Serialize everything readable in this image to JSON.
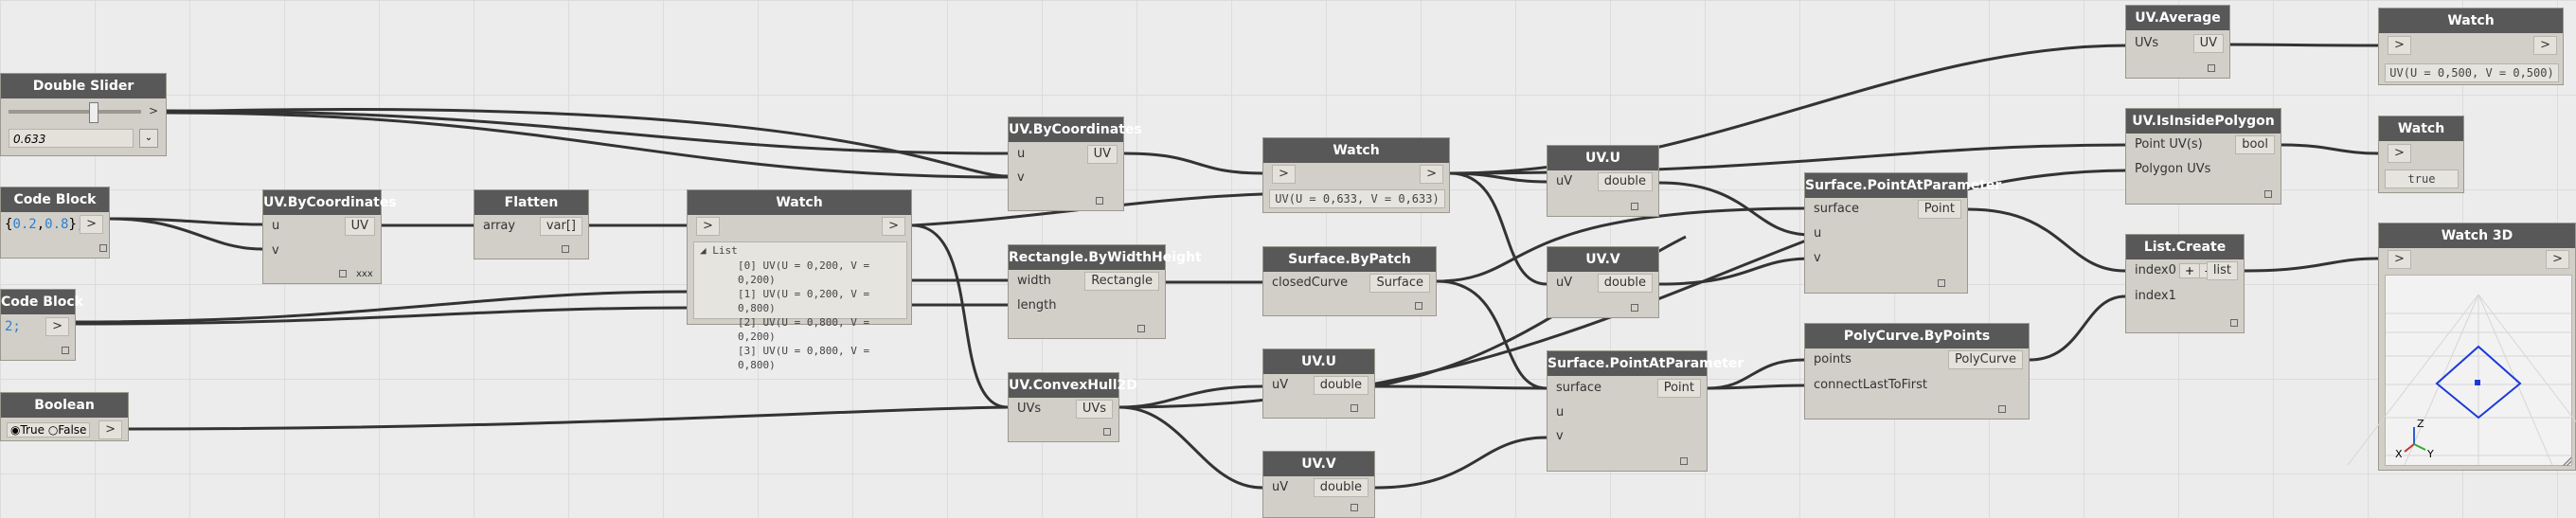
{
  "nodes": {
    "double_slider": {
      "title": "Double Slider",
      "value": "0.633",
      "out": ">",
      "fraction": 0.633
    },
    "code_block_1": {
      "title": "Code Block",
      "code_open": "{",
      "code_a": "0.2",
      "code_sep": ",",
      "code_b": "0.8",
      "code_close": "};",
      "out": ">"
    },
    "code_block_2": {
      "title": "Code Block",
      "code": "2;",
      "out": ">"
    },
    "boolean": {
      "title": "Boolean",
      "true_label": "True",
      "false_label": "False",
      "out": ">"
    },
    "uv_bycoord_1": {
      "title": "UV.ByCoordinates",
      "in_u": "u",
      "in_v": "v",
      "out": "UV",
      "lacing": "xxx"
    },
    "flatten": {
      "title": "Flatten",
      "in": "array",
      "out": "var[]"
    },
    "watch_list": {
      "title": "Watch",
      "in": ">",
      "out": ">",
      "list_label": "List",
      "items": [
        "[0] UV(U = 0,200, V = 0,200)",
        "[1] UV(U = 0,200, V = 0,800)",
        "[2] UV(U = 0,800, V = 0,200)",
        "[3] UV(U = 0,800, V = 0,800)"
      ]
    },
    "uv_bycoord_2": {
      "title": "UV.ByCoordinates",
      "in_u": "u",
      "in_v": "v",
      "out": "UV"
    },
    "rect": {
      "title": "Rectangle.ByWidthHeight",
      "in_w": "width",
      "in_l": "length",
      "out": "Rectangle"
    },
    "hull": {
      "title": "UV.ConvexHull2D",
      "in": "UVs",
      "out": "UVs"
    },
    "watch_uv": {
      "title": "Watch",
      "in": ">",
      "out": ">",
      "value": "UV(U = 0,633, V = 0,633)"
    },
    "patch": {
      "title": "Surface.ByPatch",
      "in": "closedCurve",
      "out": "Surface"
    },
    "uvu_1": {
      "title": "UV.U",
      "in": "uV",
      "out": "double"
    },
    "uvu_2": {
      "title": "UV.U",
      "in": "uV",
      "out": "double"
    },
    "uvv_1": {
      "title": "UV.V",
      "in": "uV",
      "out": "double"
    },
    "uvv_2": {
      "title": "UV.V",
      "in": "uV",
      "out": "double"
    },
    "spap_1": {
      "title": "Surface.PointAtParameter",
      "in_s": "surface",
      "in_u": "u",
      "in_v": "v",
      "out": "Point"
    },
    "spap_2": {
      "title": "Surface.PointAtParameter",
      "in_s": "surface",
      "in_u": "u",
      "in_v": "v",
      "out": "Point"
    },
    "polycurve": {
      "title": "PolyCurve.ByPoints",
      "in_p": "points",
      "in_c": "connectLastToFirst",
      "out": "PolyCurve"
    },
    "uv_average": {
      "title": "UV.Average",
      "in": "UVs",
      "out": "UV"
    },
    "uv_inside": {
      "title": "UV.IsInsidePolygon",
      "in_p": "Point UV(s)",
      "in_g": "Polygon UVs",
      "out": "bool"
    },
    "list_create": {
      "title": "List.Create",
      "in_0": "index0",
      "in_1": "index1",
      "plus": "+",
      "minus": "-",
      "out": "list"
    },
    "watch_avg": {
      "title": "Watch",
      "in": ">",
      "out": ">",
      "value": "UV(U = 0,500, V = 0,500)"
    },
    "watch_bool": {
      "title": "Watch",
      "in": ">",
      "value": "true"
    },
    "watch3d": {
      "title": "Watch 3D",
      "in": ">",
      "out": ">",
      "axis_x": "X",
      "axis_y": "Y",
      "axis_z": "Z"
    }
  },
  "colors": {
    "wire": "#333333",
    "node_header": "#585858",
    "node_body": "#d1cfc8",
    "canvas": "#ececec",
    "code_number": "#2d7fd3",
    "preview_rect": "#1a3ad8"
  }
}
